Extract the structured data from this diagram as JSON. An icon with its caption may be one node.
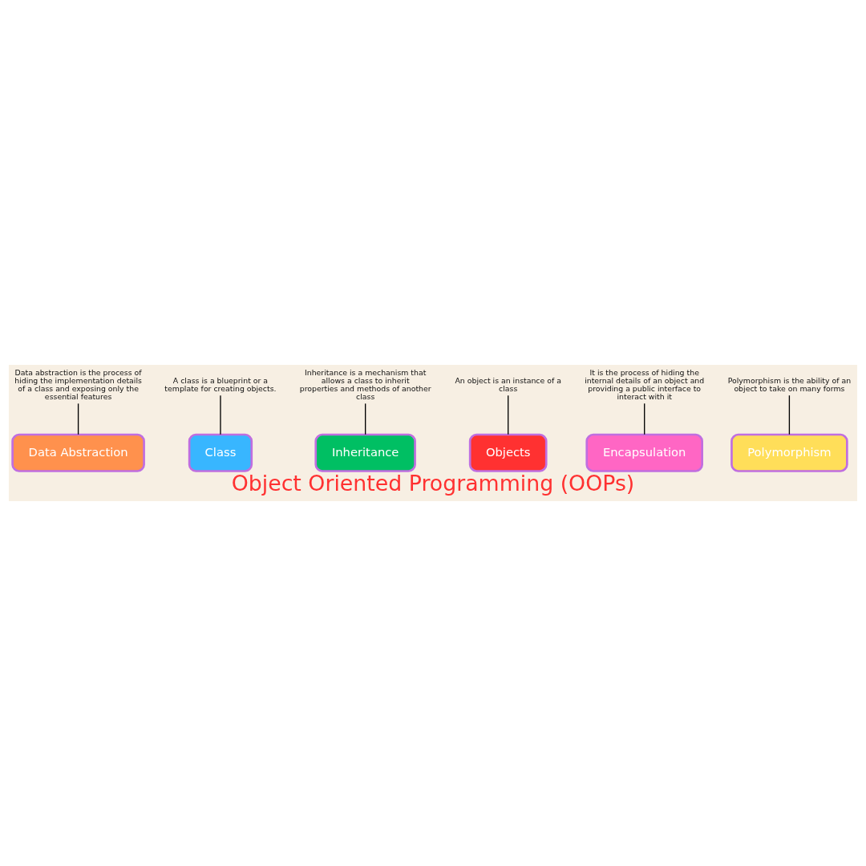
{
  "diagram": {
    "title": "Object Oriented Programming (OOPs)",
    "nodes": [
      {
        "text": [
          "Data abstraction is the process of hiding the implementation details of a class and exposing only the essential features"
        ]
      },
      {
        "text": [
          "A class is a blueprint or a template for creating objects."
        ]
      },
      {
        "text": [
          "Inheritance is a mechanism that allows a class to inherit properties and methods of another class"
        ]
      },
      {
        "text": [
          "An object is an instance of a class"
        ]
      },
      {
        "text": [
          "Data Abstraction"
        ]
      },
      {
        "text": [
          "Class"
        ]
      },
      {
        "text": [
          "Inheritance"
        ]
      },
      {
        "text": [
          "Objects"
        ]
      },
      {
        "text": [
          "Encapsulation"
        ]
      },
      {
        "text": [
          "Polymorphism"
        ]
      },
      {
        "text": [
          "It is the process of hiding the internal details of an object and providing a public interface to interact with it"
        ]
      },
      {
        "text": [
          "Polymorphism is the ability of an object to take on many forms"
        ]
      }
    ],
    "edges": [
      {
        "from": 0,
        "to": 4,
        "arrow": "none"
      },
      {
        "from": 1,
        "to": 5,
        "arrow": "none"
      },
      {
        "from": 2,
        "to": 6,
        "arrow": "none"
      },
      {
        "from": 3,
        "to": 7,
        "arrow": "none"
      },
      {
        "from": 10,
        "to": 8,
        "arrow": "none"
      },
      {
        "from": 11,
        "to": 9,
        "arrow": "none"
      }
    ]
  }
}
